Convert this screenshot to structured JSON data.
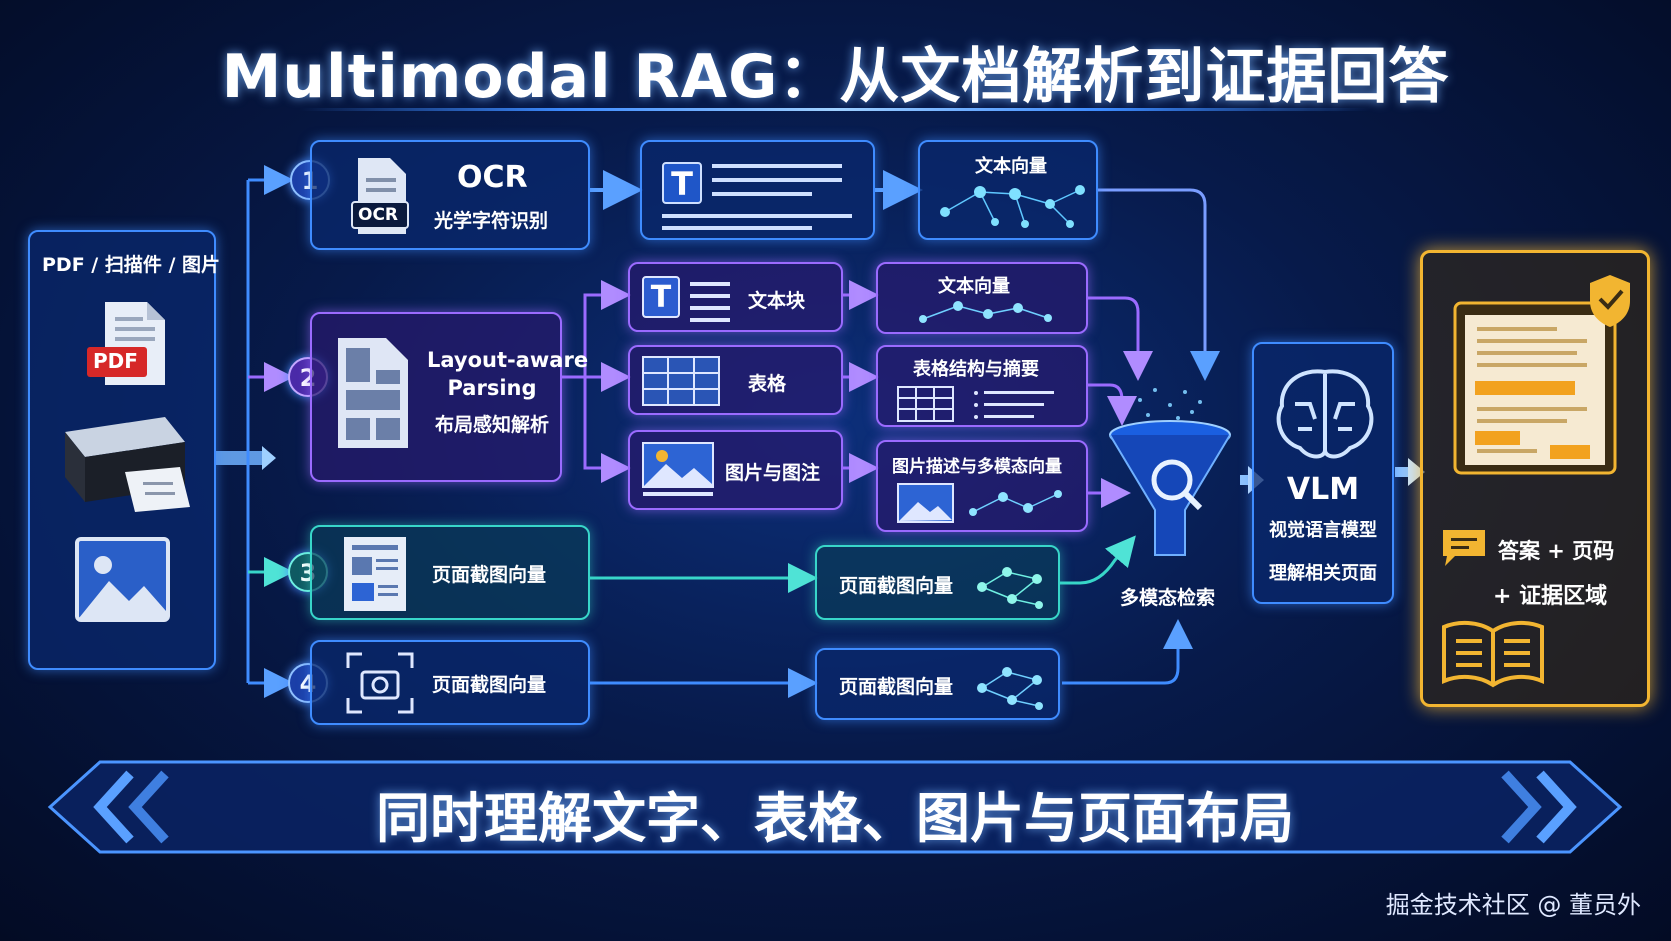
{
  "title": "Multimodal RAG：从文档解析到证据回答",
  "input": {
    "label": "PDF / 扫描件 / 图片",
    "pdf_badge": "PDF"
  },
  "paths": [
    {
      "num": "1",
      "title": "OCR",
      "subtitle": "光学字符识别",
      "icon_text": "OCR"
    },
    {
      "num": "2",
      "title": "Layout-aware\nParsing",
      "title_line1": "Layout-aware",
      "title_line2": "Parsing",
      "subtitle": "布局感知解析"
    },
    {
      "num": "3",
      "title": "页面截图向量"
    },
    {
      "num": "4",
      "title": "页面截图向量"
    }
  ],
  "ocr_out": {
    "icon": "T"
  },
  "vec_text_1": "文本向量",
  "layout_items": [
    {
      "label": "文本块",
      "icon": "T"
    },
    {
      "label": "表格"
    },
    {
      "label": "图片与图注"
    }
  ],
  "layout_vecs": [
    "文本向量",
    "表格结构与摘要",
    "图片描述与多模态向量"
  ],
  "screenshot_vec_3": "页面截图向量",
  "screenshot_vec_4": "页面截图向量",
  "retrieval_label": "多模态检索",
  "vlm": {
    "title": "VLM",
    "line1": "视觉语言模型",
    "line2": "理解相关页面"
  },
  "answer": {
    "line1": "答案 + 页码",
    "line2": "+ 证据区域"
  },
  "banner": "同时理解文字、表格、图片与页面布局",
  "footer": "掘金技术社区 @ 董员外",
  "colors": {
    "blue": "#3f8cff",
    "purple": "#9b6bff",
    "teal": "#38d6c9",
    "gold": "#f2b531"
  }
}
